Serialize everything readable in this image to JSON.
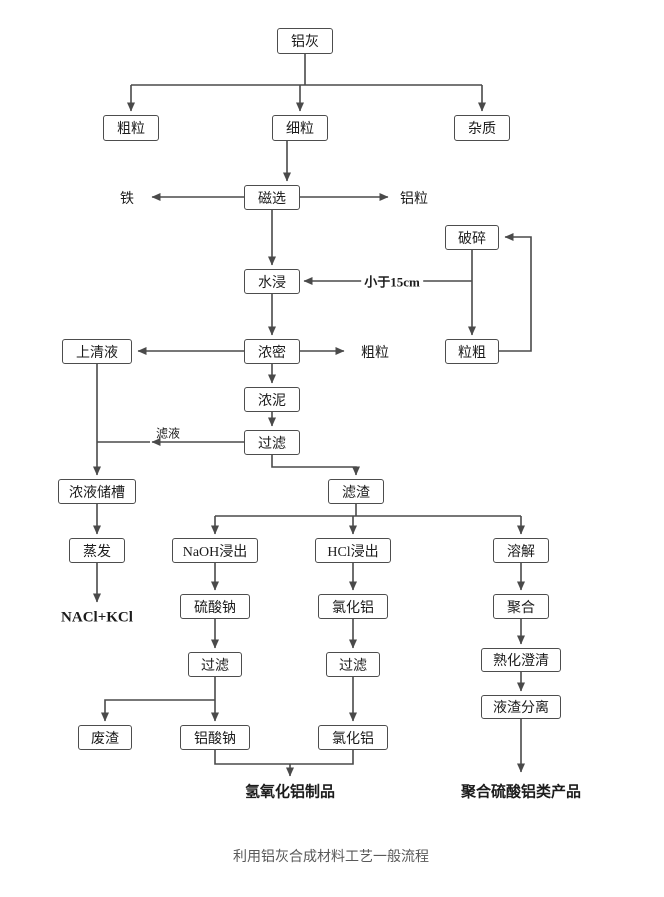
{
  "diagram": {
    "nodes": {
      "aluminum_ash": "铝灰",
      "coarse_particles": "粗粒",
      "fine_particles": "细粒",
      "impurities": "杂质",
      "magnetic_separation": "磁选",
      "water_leaching": "水浸",
      "crushing": "破碎",
      "coarse_grain": "粒粗",
      "thickening": "浓密",
      "supernatant": "上清液",
      "thick_slurry": "浓泥",
      "filtration_1": "过滤",
      "liquid_storage_tank": "浓液储槽",
      "evaporation": "蒸发",
      "filter_residue": "滤渣",
      "naoh_leaching": "NaOH浸出",
      "hcl_leaching": "HCl浸出",
      "dissolution": "溶解",
      "sodium_sulfate": "硫酸钠",
      "aluminum_chloride_1": "氯化铝",
      "polymerization": "聚合",
      "filtration_2": "过滤",
      "filtration_3": "过滤",
      "aging_clarification": "熟化澄清",
      "waste_residue": "废渣",
      "sodium_aluminate": "铝酸钠",
      "aluminum_chloride_2": "氯化铝",
      "liquid_residue_separation": "液渣分离"
    },
    "labels": {
      "iron": "铁",
      "aluminum_particles": "铝粒",
      "less_than_15cm": "小于15cm",
      "coarse_particles_out": "粗粒",
      "filtrate": "滤液",
      "nacl_kcl": "NACl+KCl",
      "aluminum_hydroxide_products": "氢氧化铝制品",
      "poly_aluminum_sulfate_products": "聚合硫酸铝类产品"
    },
    "caption": "利用铝灰合成材料工艺一般流程",
    "colors": {
      "box_border": "#4d4d4d",
      "line": "#4a4a4a",
      "text": "#1c1c1c",
      "caption": "#595959"
    }
  }
}
